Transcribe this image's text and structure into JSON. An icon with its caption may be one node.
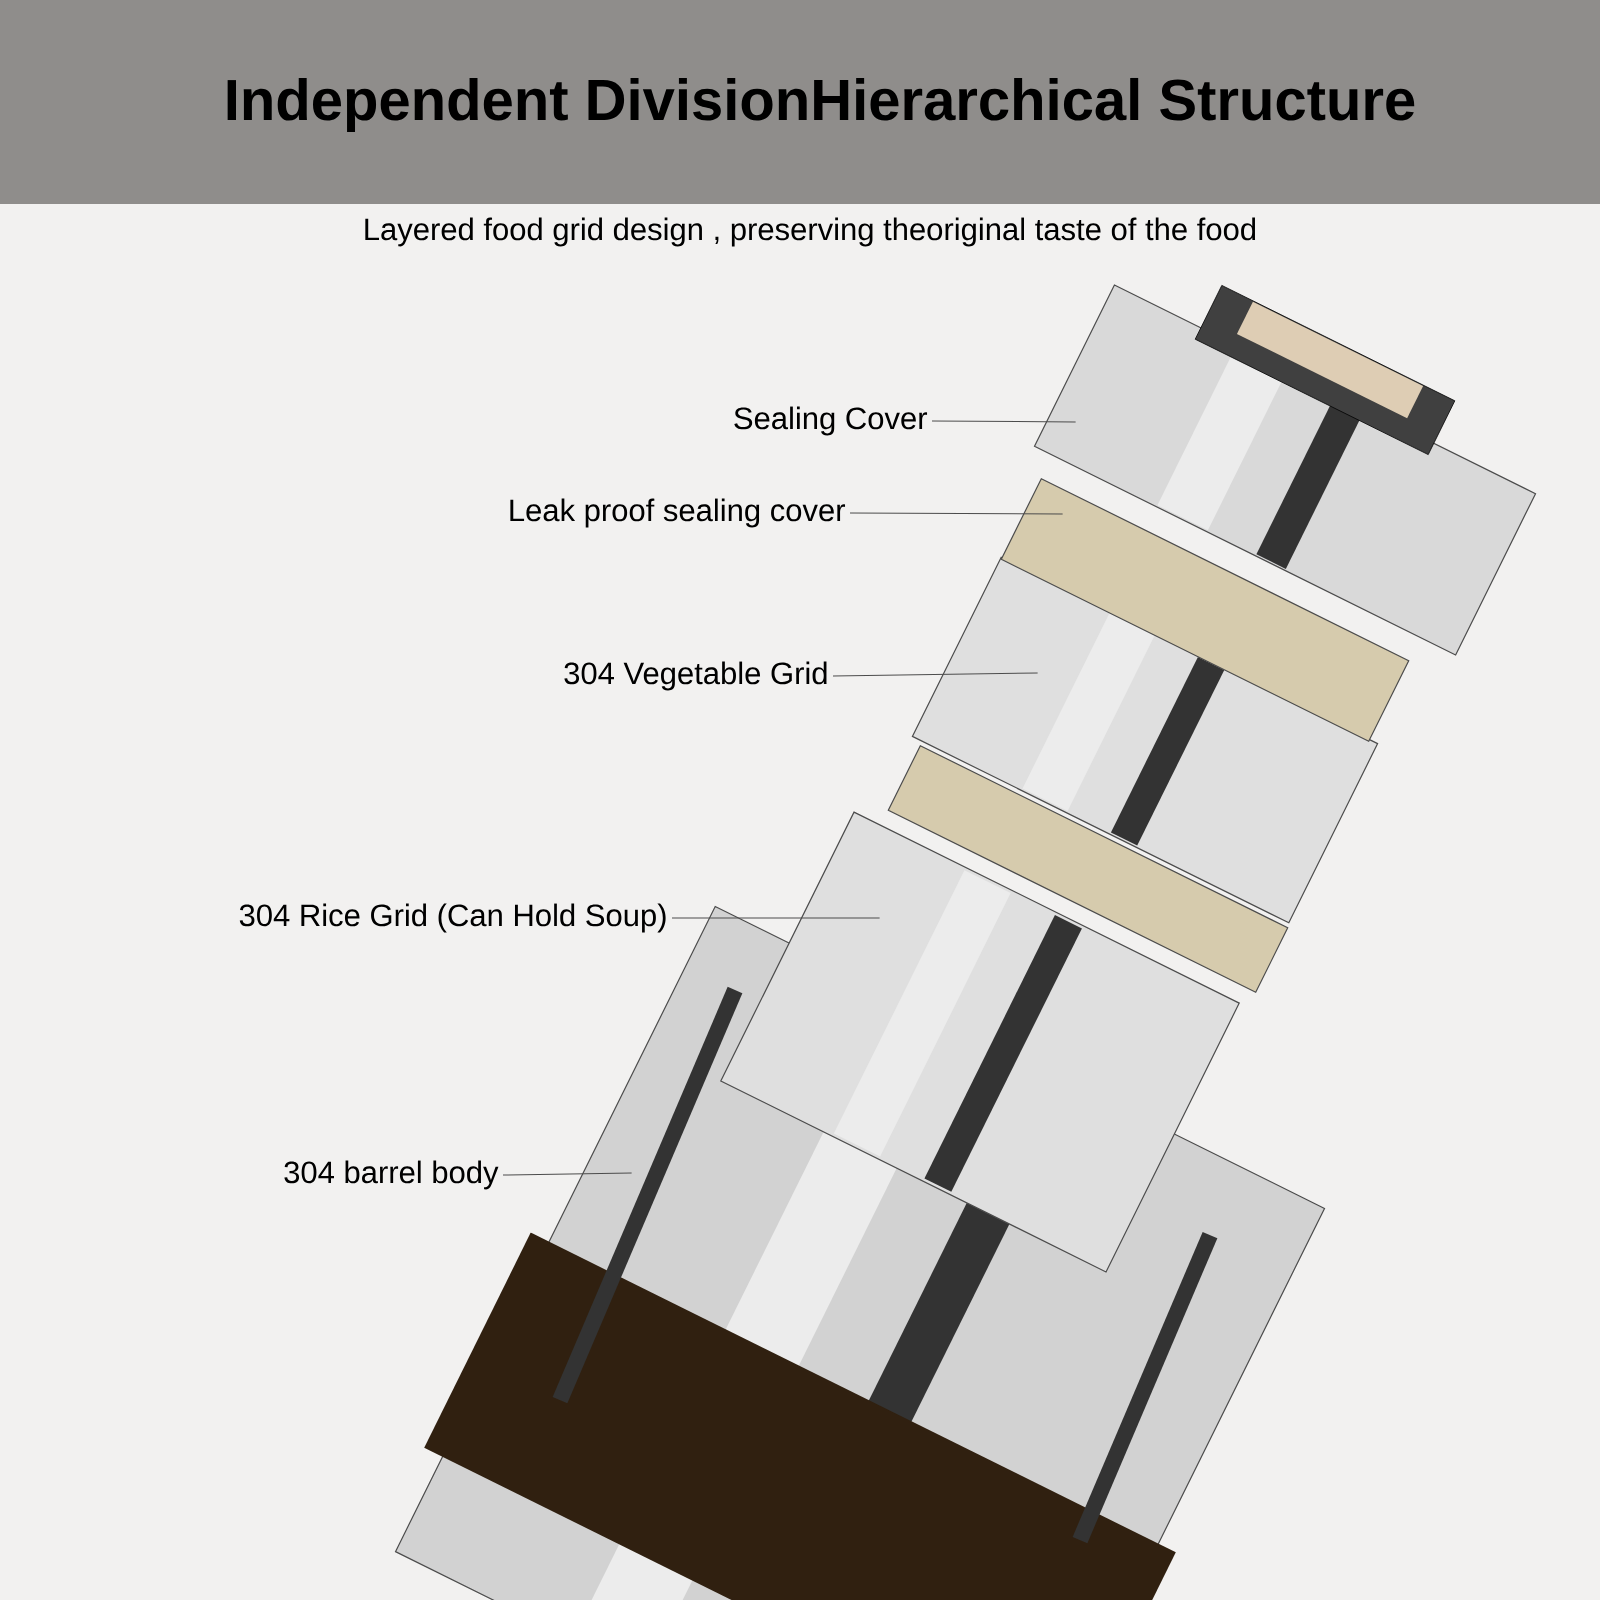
{
  "diagram": {
    "title": "Independent DivisionHierarchical Structure",
    "nodes": [
      {
        "text": [
          "Sealing Cover"
        ]
      },
      {
        "text": [
          "Leak proof sealing cover"
        ]
      },
      {
        "text": [
          "304 Vegetable Grid"
        ]
      },
      {
        "text": [
          "304 Rice Grid (Can Hold Soup)"
        ]
      },
      {
        "text": [
          "304 barrel body"
        ]
      },
      {
        "text": [],
        "shape": "picture"
      },
      {
        "text": [],
        "shape": "picture"
      },
      {
        "text": [],
        "shape": "picture"
      },
      {
        "text": [],
        "shape": "picture"
      },
      {
        "text": [],
        "shape": "picture"
      }
    ],
    "edges": [
      {
        "from": 0,
        "to": 5,
        "arrow": "none"
      },
      {
        "from": 1,
        "to": 6,
        "arrow": "none"
      },
      {
        "from": 2,
        "to": 7,
        "arrow": "none"
      },
      {
        "from": 3,
        "to": 8,
        "arrow": "none"
      },
      {
        "from": 4,
        "to": 9,
        "arrow": "none"
      }
    ],
    "labels": [
      "Layered food grid design , preserving theoriginal taste of the food"
    ]
  }
}
